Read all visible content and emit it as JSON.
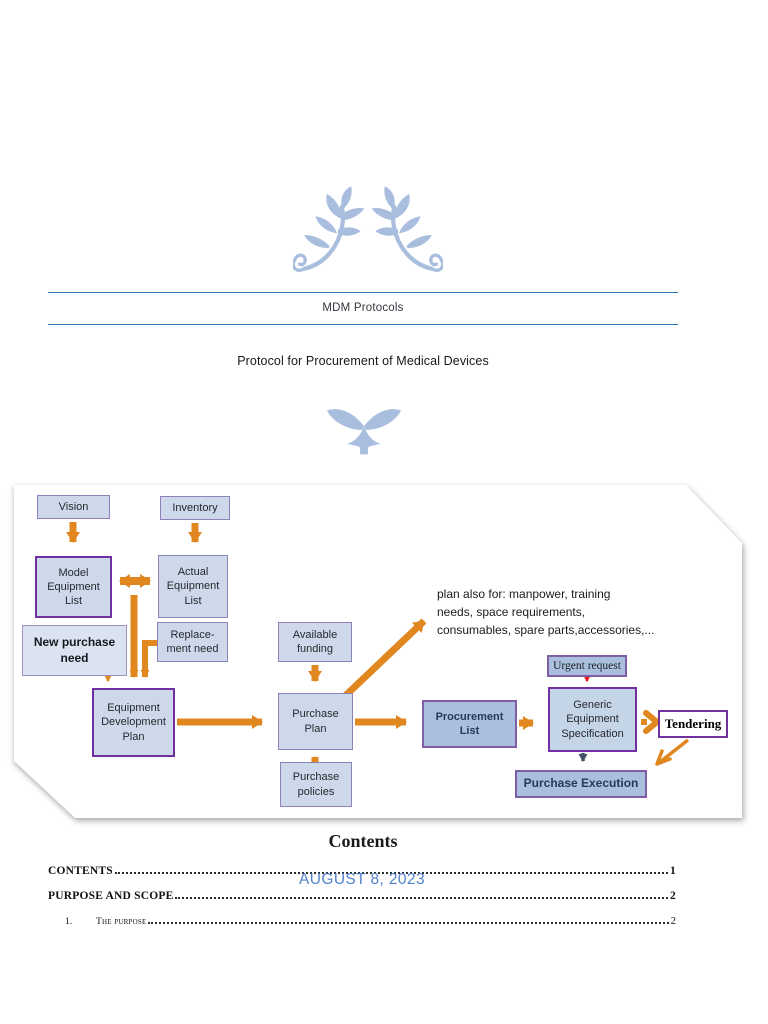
{
  "page": {
    "band_title": "MDM Protocols",
    "title": "Protocol for Procurement of Medical Devices",
    "date": "AUGUST 8, 2023"
  },
  "colors": {
    "band_line_blue": "#2e75b6",
    "date_blue": "#4477c9",
    "ornament_blue": "#a9bede",
    "arrow_orange": "#e0871f",
    "border_purple": "#7030a0",
    "box_fill_light": "#cdd9ea",
    "box_fill_dark": "#aabfde",
    "urgent_arrow_red": "#ee1111",
    "execution_arrow_dark": "#44546a"
  },
  "flowchart": {
    "boxes": {
      "vision": "Vision",
      "inventory": "Inventory",
      "model_equipment_list": "Model\nEquipment\nList",
      "actual_equipment_list": "Actual\nEquipment\nList",
      "new_purchase_need": "New purchase\nneed",
      "replacement_need": "Replace-\nment need",
      "equipment_development_plan": "Equipment\nDevelopment\nPlan",
      "available_funding": "Available\nfunding",
      "purchase_plan": "Purchase\nPlan",
      "purchase_policies": "Purchase\npolicies",
      "procurement_list": "Procurement\nList",
      "urgent_request": "Urgent request",
      "generic_equipment_specification": "Generic\nEquipment\nSpecification",
      "tendering": "Tendering",
      "purchase_execution": "Purchase Execution"
    },
    "note": "plan also for:   manpower, training\nneeds, space requirements,\nconsumables, spare parts,accessories,..."
  },
  "contents": {
    "heading": "Contents",
    "entries": [
      {
        "label": "CONTENTS",
        "page": "1"
      },
      {
        "label": "PURPOSE AND SCOPE",
        "page": "2"
      },
      {
        "number": "1.",
        "label": "The purpose",
        "page": "2"
      }
    ]
  }
}
